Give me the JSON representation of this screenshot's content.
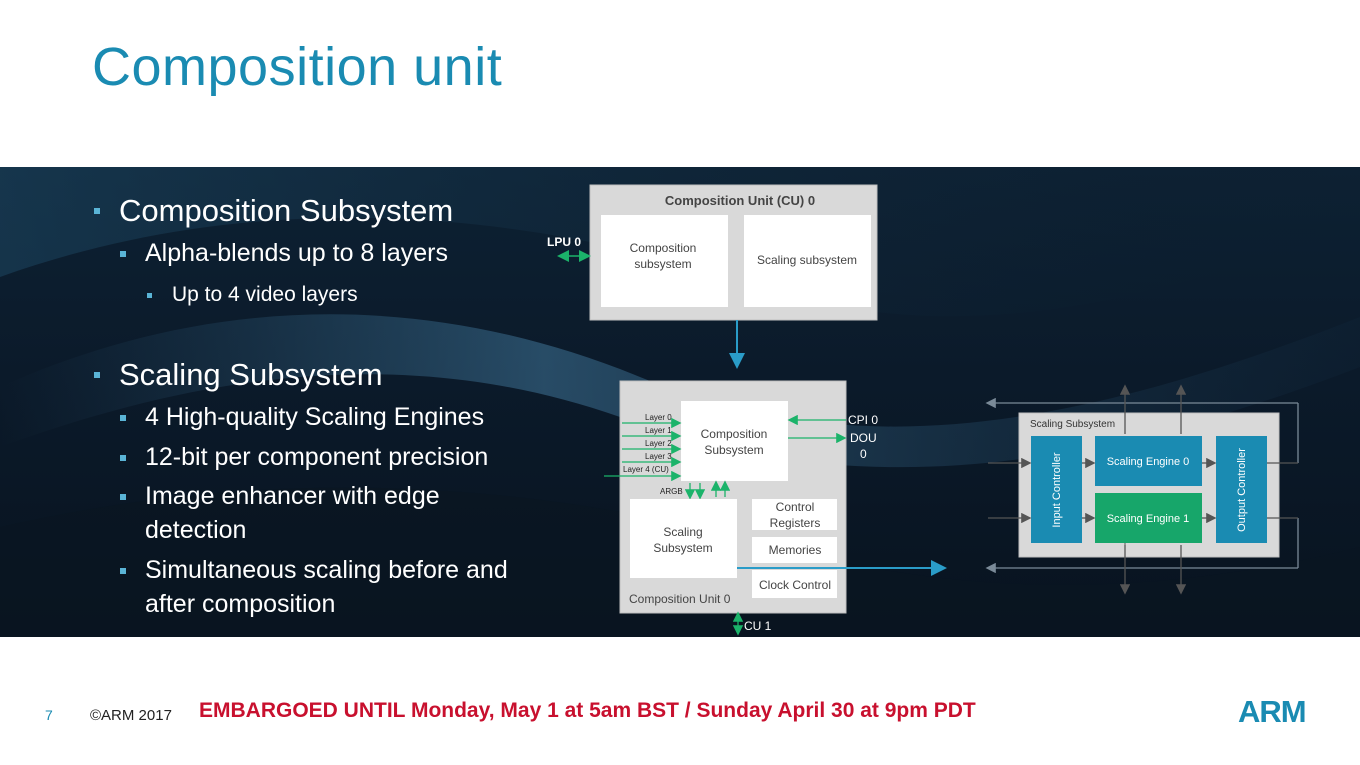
{
  "slide": {
    "title": "Composition unit",
    "page_number": "7",
    "copyright": "©ARM 2017",
    "embargo": "EMBARGOED UNTIL Monday, May 1 at 5am BST / Sunday April 30 at 9pm PDT",
    "logo": "ARM"
  },
  "bullets": {
    "composition_heading": "Composition Subsystem",
    "alpha_blends": "Alpha-blends up to 8 layers",
    "video_layers": "Up to 4 video layers",
    "scaling_heading": "Scaling Subsystem",
    "engines": "4 High-quality Scaling Engines",
    "precision": "12-bit per component precision",
    "enhancer_line1": "Image enhancer with edge",
    "enhancer_line2": "detection",
    "simultaneous_line1": "Simultaneous scaling before and",
    "simultaneous_line2": "after composition"
  },
  "diagram": {
    "cu_header": "Composition Unit (CU) 0",
    "lpu": "LPU 0",
    "comp_subsystem_line1": "Composition",
    "comp_subsystem_line2": "subsystem",
    "scaling_subsystem_small": "Scaling subsystem",
    "layers": [
      "Layer 0",
      "Layer 1",
      "Layer 2",
      "Layer 3",
      "Layer 4 (CU)"
    ],
    "comp_box_line1": "Composition",
    "comp_box_line2": "Subsystem",
    "cpi": "CPI 0",
    "dou_line1": "DOU",
    "dou_line2": "0",
    "argb": "ARGB",
    "scaling_box_line1": "Scaling",
    "scaling_box_line2": "Subsystem",
    "control_line1": "Control",
    "control_line2": "Registers",
    "memories": "Memories",
    "clock_control": "Clock Control",
    "cu_footer": "Composition Unit 0",
    "cu1": "CU 1",
    "scaling_panel_title": "Scaling Subsystem",
    "input_controller": "Input Controller",
    "output_controller": "Output Controller",
    "engine0": "Scaling Engine 0",
    "engine1": "Scaling Engine 1"
  },
  "colors": {
    "title_blue": "#1a8bb2",
    "embargo_red": "#c8102e",
    "arrow_green": "#1bb36a",
    "arrow_blue": "#2a9cc8",
    "engine_blue": "#1a8bb2",
    "engine_green": "#17a66a"
  }
}
